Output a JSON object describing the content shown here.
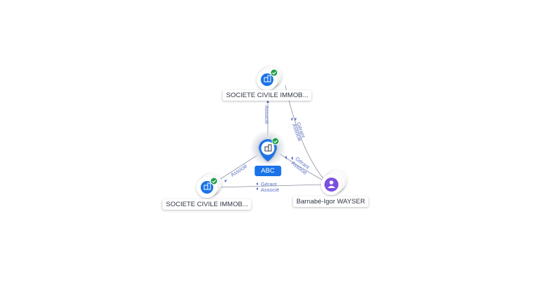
{
  "colors": {
    "company_blue": "#1a73e8",
    "person_purple": "#7b4fe0",
    "check_green": "#1e9e4a",
    "edge": "#8a8fa0",
    "edge_label": "#5b6fc7"
  },
  "nodes": {
    "center": {
      "label": "ABC",
      "icon": "building-icon"
    },
    "top": {
      "label": "SOCIETE CIVILE IMMOB...",
      "icon": "building-icon"
    },
    "left": {
      "label": "SOCIETE CIVILE IMMOB...",
      "icon": "building-icon"
    },
    "person": {
      "label": "Barnabé-Igor WAYSER",
      "icon": "person-icon"
    }
  },
  "edges": {
    "center_top": {
      "label": "Associé"
    },
    "center_left": {
      "label": "Associé"
    },
    "person_top": {
      "label1": "Gérant",
      "label2": "Associé"
    },
    "person_center": {
      "label1": "Gérant",
      "label2": "Associé"
    },
    "person_left": {
      "label1": "Gérant",
      "label2": "Associé"
    }
  }
}
